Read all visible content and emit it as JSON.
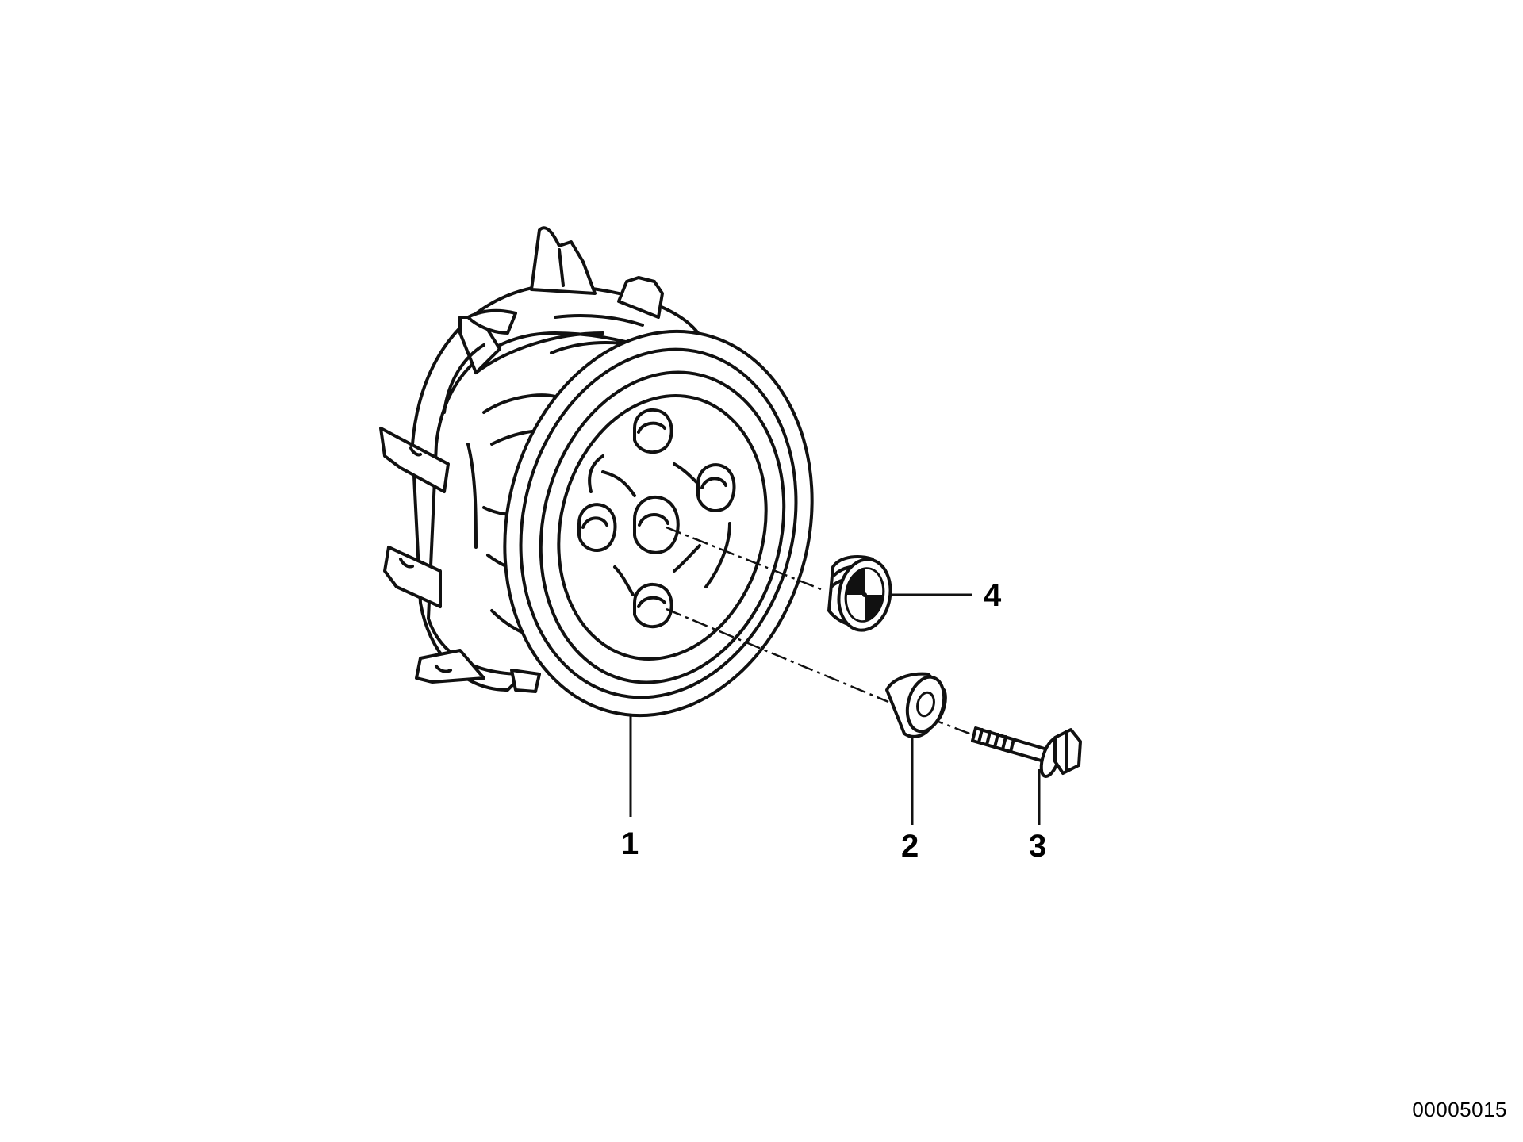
{
  "diagram": {
    "callouts": [
      {
        "id": "1",
        "label": "1"
      },
      {
        "id": "2",
        "label": "2"
      },
      {
        "id": "3",
        "label": "3"
      },
      {
        "id": "4",
        "label": "4"
      }
    ],
    "drawing_number": "00005015"
  },
  "parts": {
    "1": "rear-wheel-hub-icon",
    "2": "rubber-bush-icon",
    "3": "collar-bolt-icon",
    "4": "hub-cap-emblem-icon"
  }
}
